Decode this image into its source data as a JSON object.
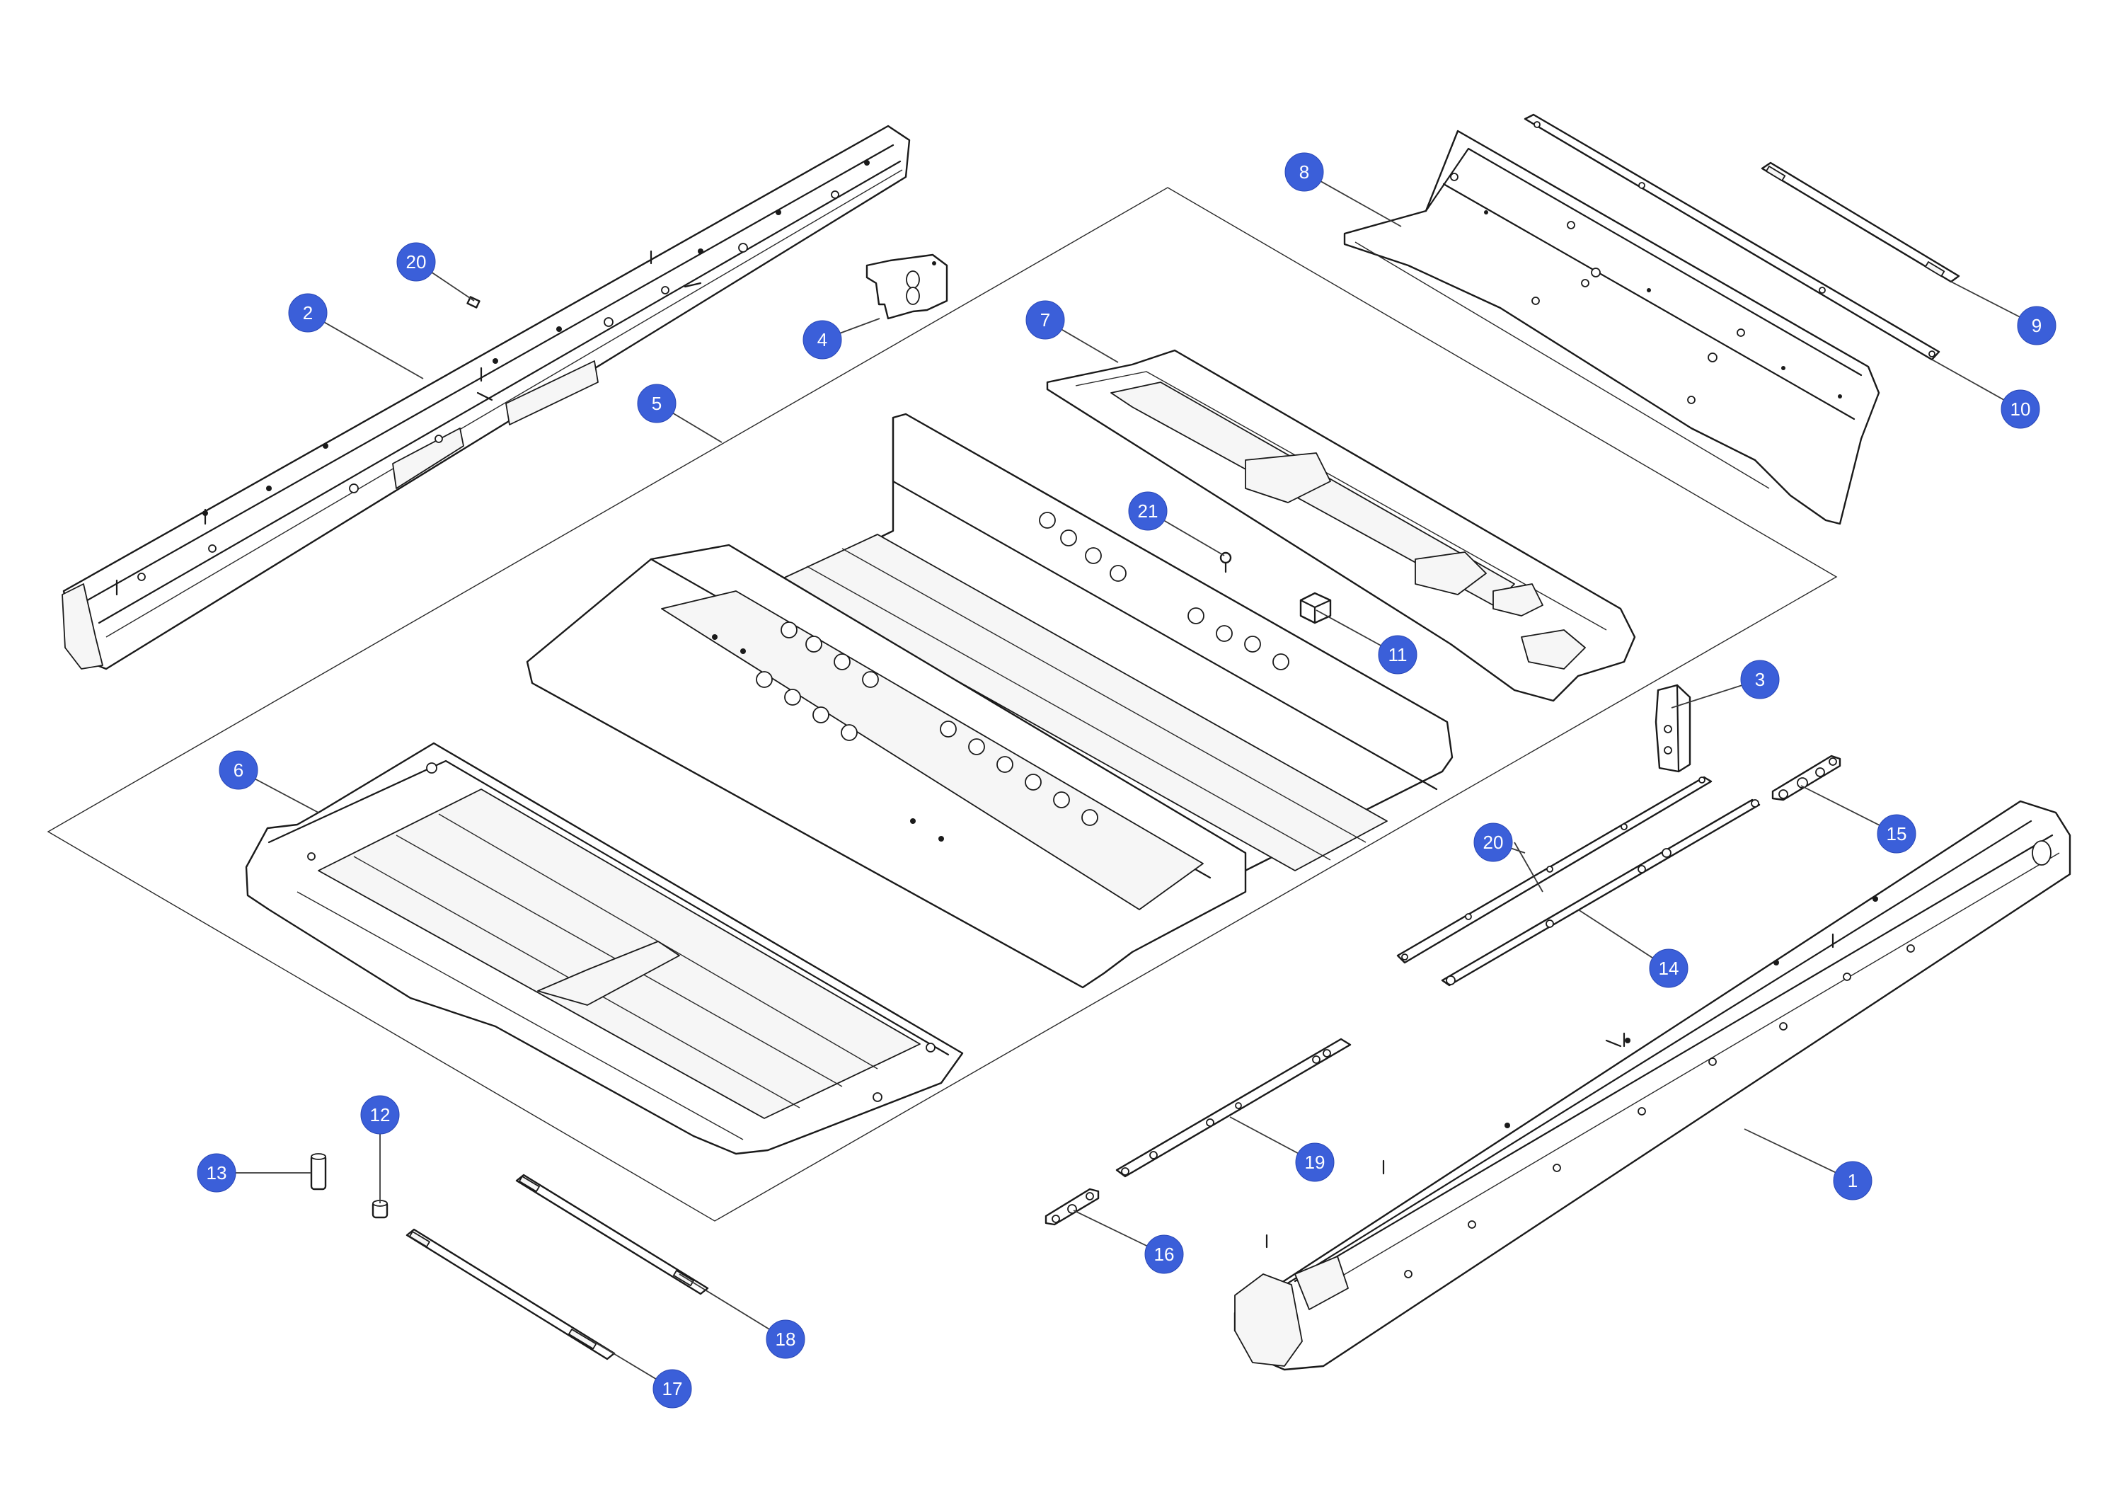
{
  "callouts": [
    {
      "label": "1"
    },
    {
      "label": "2"
    },
    {
      "label": "3"
    },
    {
      "label": "4"
    },
    {
      "label": "5"
    },
    {
      "label": "6"
    },
    {
      "label": "7"
    },
    {
      "label": "8"
    },
    {
      "label": "9"
    },
    {
      "label": "10"
    },
    {
      "label": "11"
    },
    {
      "label": "12"
    },
    {
      "label": "13"
    },
    {
      "label": "14"
    },
    {
      "label": "15"
    },
    {
      "label": "16"
    },
    {
      "label": "17"
    },
    {
      "label": "18"
    },
    {
      "label": "19"
    },
    {
      "label": "20"
    },
    {
      "label": "20"
    },
    {
      "label": "21"
    }
  ],
  "colors": {
    "badge_fill": "#3b5fd9",
    "badge_text": "#ffffff",
    "line": "#1a1a1a",
    "background": "#ffffff"
  }
}
